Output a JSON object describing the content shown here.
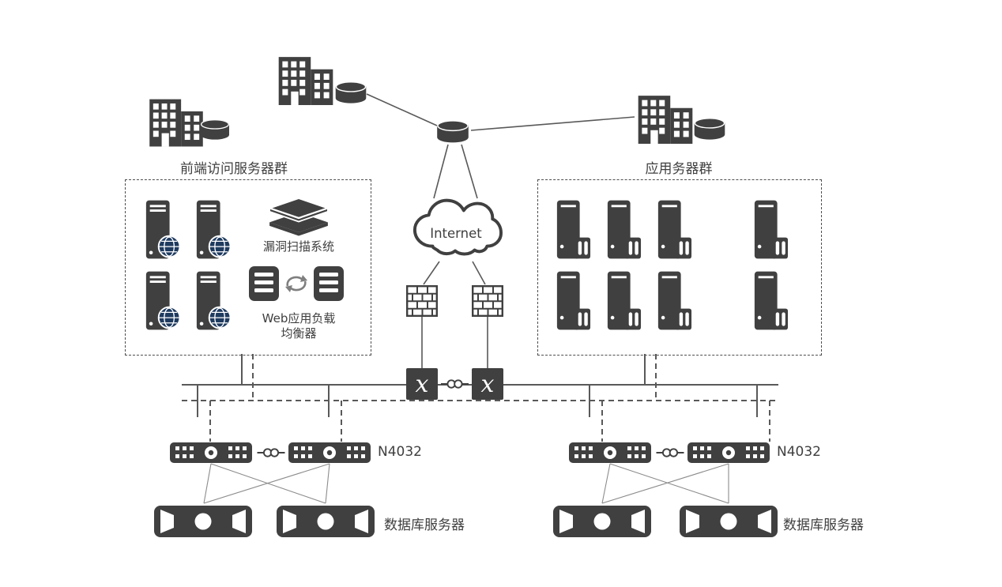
{
  "diagram": {
    "internet_label": "Internet",
    "clusters": {
      "frontend": {
        "title": "前端访问服务器群",
        "scanner_label": "漏洞扫描系统",
        "lb_label_line1": "Web应用负载",
        "lb_label_line2": "均衡器"
      },
      "application": {
        "title": "应用务器群"
      }
    },
    "switches": {
      "left_model": "N4032",
      "right_model": "N4032"
    },
    "databases": {
      "left_label": "数据库服务器",
      "right_label": "数据库服务器"
    },
    "icons": {
      "x_glyph": "x",
      "names": [
        "building-icon",
        "storage-disk-icon",
        "network-hub-disk-icon",
        "internet-cloud-icon",
        "firewall-icon",
        "x-device-icon",
        "ha-link-icon",
        "web-server-icon",
        "app-server-icon",
        "vulnerability-scanner-icon",
        "lb-unit-icon",
        "sync-arrows-icon",
        "switch-icon",
        "stack-link-icon",
        "database-server-icon"
      ]
    },
    "colors": {
      "icon_dark": "#404040",
      "globe_navy": "#1e3a5f",
      "line": "#595959",
      "text": "#3f3f3f",
      "gray_arrow": "#7f7f7f"
    }
  }
}
